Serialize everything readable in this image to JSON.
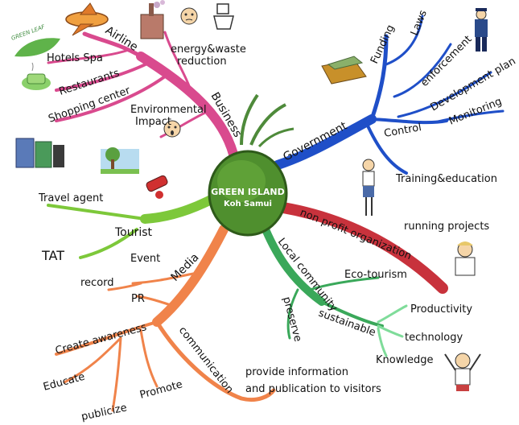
{
  "center": {
    "title": "GREEN ISLAND",
    "subtitle": "Koh Samui"
  },
  "logo": {
    "text": "GREEN LEAF"
  },
  "branches": {
    "business": {
      "label": "Business",
      "color": "#d94a8e",
      "children": {
        "airline": "Airline",
        "hotels_spa": "Hotels Spa",
        "restaurants": "Restaurants",
        "shopping_center": "Shopping center",
        "energy_waste": "energy&waste",
        "energy_waste_2": "reduction",
        "env_impact": "Environmental",
        "env_impact_2": "Impact"
      }
    },
    "government": {
      "label": "Government",
      "color": "#1f4fc8",
      "children": {
        "funding": "Funding",
        "laws": "Laws",
        "enforcement": "enforcement",
        "development_plan": "Development plan",
        "control": "Control",
        "monitoring": "Monitoring",
        "training": "Training&education"
      }
    },
    "tourist": {
      "label": "Tourist",
      "color": "#7dc83a",
      "children": {
        "travel_agent": "Travel agent",
        "tat": "TAT"
      }
    },
    "media": {
      "label": "Media",
      "color": "#f0834a",
      "children": {
        "event": "Event",
        "record": "record",
        "pr": "PR",
        "create_awareness": "Create awareness",
        "educate": "Educate",
        "publicize": "publicize",
        "promote": "Promote",
        "communication": "communication",
        "provide_info_1": "provide information",
        "provide_info_2": "and publication to visitors"
      }
    },
    "nonprofit": {
      "label": "non profit organization",
      "color": "#c8323c",
      "children": {
        "running_projects": "running projects"
      }
    },
    "local_community": {
      "label": "Local community",
      "color": "#3aa85a",
      "children": {
        "eco_tourism": "Eco-tourism",
        "preserve": "preserve",
        "sustainable": "sustainable",
        "productivity": "Productivity",
        "technology": "technology",
        "knowledge": "Knowledge"
      }
    }
  }
}
